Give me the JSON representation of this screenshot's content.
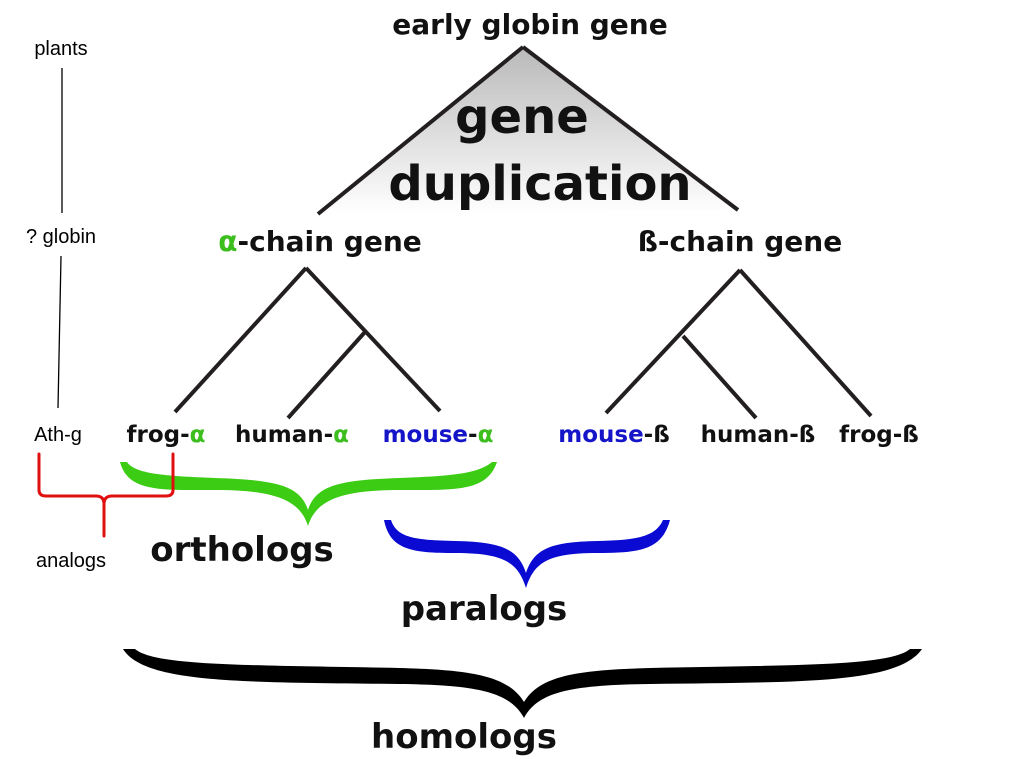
{
  "root_label": "early globin gene",
  "event_label_line1": "gene",
  "event_label_line2": "duplication",
  "alpha_branch": {
    "symbol": "α",
    "rest": "-chain gene"
  },
  "beta_branch": {
    "label": "ß-chain gene"
  },
  "leaves": {
    "frog_alpha": {
      "prefix": "frog-",
      "suffix": "α"
    },
    "human_alpha": {
      "prefix": "human-",
      "suffix": "α"
    },
    "mouse_alpha": {
      "prefix": "mouse",
      "dash": "-",
      "suffix": "α"
    },
    "mouse_beta": {
      "prefix": "mouse",
      "suffix": "-ß"
    },
    "human_beta": {
      "label": "human-ß"
    },
    "frog_beta": {
      "label": "frog-ß"
    }
  },
  "side_tree": {
    "top": "plants",
    "middle": "? globin",
    "bottom": "Ath-g"
  },
  "groups": {
    "orthologs": "orthologs",
    "paralogs": "paralogs",
    "homologs": "homologs",
    "analogs": "analogs"
  },
  "colors": {
    "alpha_green": "#3cbf1e",
    "mouse_blue": "#1414c8",
    "orthologs_brace": "#3ccc14",
    "paralogs_brace": "#0a0ad2",
    "homologs_brace": "#000000",
    "analogs_brace": "#e01010",
    "gradient_top": "#b9b9b9",
    "gradient_bottom": "#ffffff"
  }
}
